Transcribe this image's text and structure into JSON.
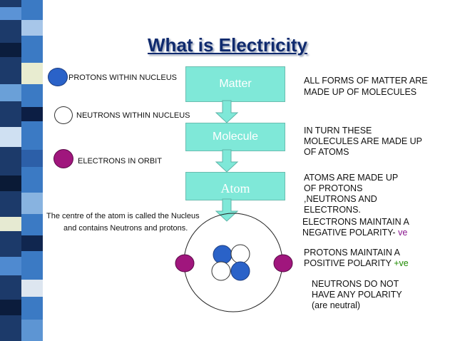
{
  "title": "What is Electricity",
  "legend": {
    "protons": "PROTONS WITHIN NUCLEUS",
    "neutrons": "NEUTRONS  WITHIN NUCLEUS",
    "electrons": "ELECTRONS IN ORBIT"
  },
  "nucleus_note": {
    "line1": "The centre of the atom is called the Nucleus",
    "line2": "and contains Neutrons and protons."
  },
  "boxes": {
    "matter": "Matter",
    "molecule": "Molecule",
    "atom": "Atom"
  },
  "right_text": {
    "matter_1": "ALL FORMS OF MATTER ARE",
    "matter_2": "MADE UP OF MOLECULES",
    "molecule_1": "IN TURN THESE",
    "molecule_2": "MOLECULES ARE  MADE  UP",
    "molecule_3": "OF ATOMS",
    "atom_1": "ATOMS ARE  MADE UP",
    "atom_2": "OF PROTONS",
    "atom_3": ",NEUTRONS AND",
    "atom_4": "ELECTRONS.",
    "electrons_1": "ELECTRONS MAINTAIN A",
    "electrons_2": "NEGATIVE POLARITY-",
    "electrons_sign": " ve",
    "protons_1": "PROTONS MAINTAIN A",
    "protons_2": "POSITIVE  POLARITY ",
    "protons_sign": "+ve",
    "neutrons_1": "NEUTRONS DO NOT",
    "neutrons_2": "HAVE ANY POLARITY",
    "neutrons_3": "(are neutral)"
  },
  "colors": {
    "proton": "#2a62c8",
    "electron": "#a0167d",
    "box": "#7fe8d8",
    "title": "#0f2a6e",
    "negative": "#8a168f",
    "positive": "#1e8a00"
  }
}
